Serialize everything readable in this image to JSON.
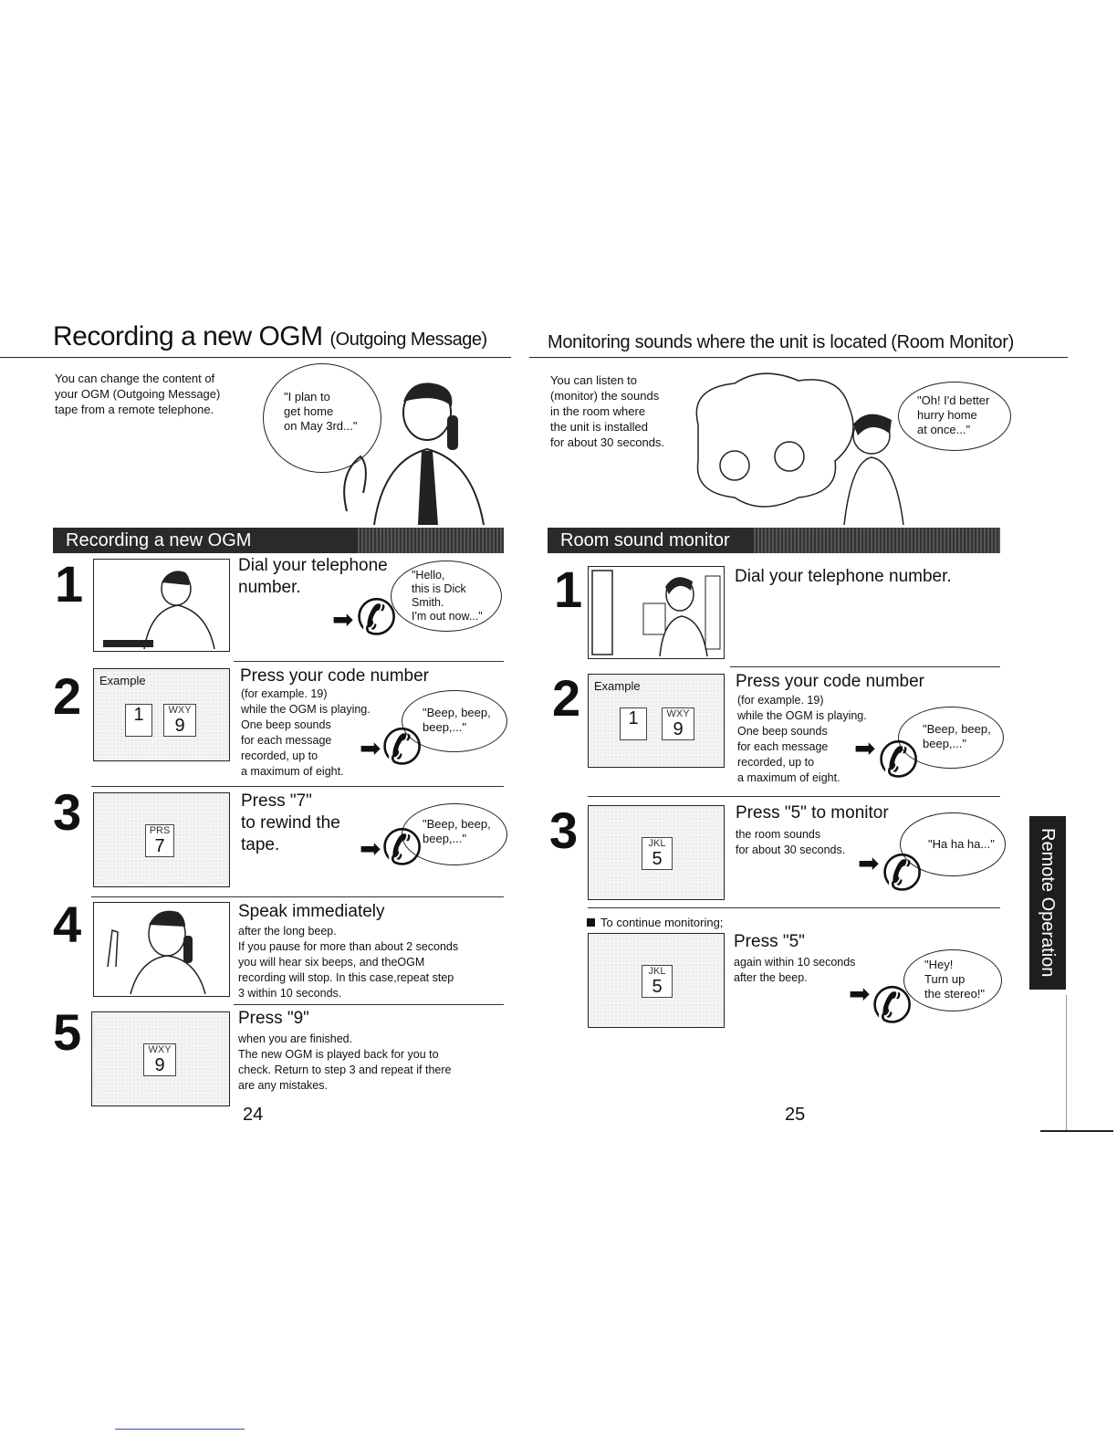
{
  "left": {
    "title_main": "Recording a new OGM",
    "title_sub": "(Outgoing Message)",
    "intro": [
      "You can change the content of",
      "your OGM (Outgoing Message)",
      "tape from a remote telephone."
    ],
    "intro_bubble": [
      "\"I plan to",
      "get home",
      "on May 3rd...\""
    ],
    "bar": "Recording a new OGM",
    "steps": [
      {
        "num": "1",
        "title": [
          "Dial your telephone",
          "number."
        ],
        "bubble": [
          "\"Hello,",
          "this is Dick",
          "Smith.",
          "I'm out now...\""
        ]
      },
      {
        "num": "2",
        "example": "Example",
        "keys": [
          {
            "label": "",
            "digit": "1"
          },
          {
            "label": "WXY",
            "digit": "9"
          }
        ],
        "title": "Press your code number",
        "lines": [
          "(for example. 19)",
          "while the OGM is playing.",
          "One beep sounds",
          "for each message",
          "recorded, up to",
          "a maximum of eight."
        ],
        "bubble": [
          "\"Beep, beep,",
          "beep,...\""
        ]
      },
      {
        "num": "3",
        "keys": [
          {
            "label": "PRS",
            "digit": "7"
          }
        ],
        "title": [
          "Press \"7\"",
          "to rewind the",
          "tape."
        ],
        "bubble": [
          "\"Beep, beep,",
          "beep,...\""
        ]
      },
      {
        "num": "4",
        "title": "Speak immediately",
        "lines": [
          "after the long beep.",
          "If you pause for more than about 2 seconds",
          "you will hear six beeps, and theOGM",
          "recording will stop. In this case,repeat step",
          "3 within 10 seconds."
        ]
      },
      {
        "num": "5",
        "keys": [
          {
            "label": "WXY",
            "digit": "9"
          }
        ],
        "title": "Press \"9\"",
        "lines": [
          "when you are finished.",
          "The new OGM is played back for you to",
          "check. Return to step 3 and repeat if there",
          "are any mistakes."
        ]
      }
    ],
    "page": "24"
  },
  "right": {
    "title_main": "Monitoring sounds where the unit is located",
    "title_sub": "(Room Monitor)",
    "intro": [
      "You can listen to",
      "(monitor) the sounds",
      "in the room where",
      "the unit is installed",
      "for about 30 seconds."
    ],
    "intro_bubble": [
      "\"Oh! I'd better",
      "hurry home",
      "at once...\""
    ],
    "bar": "Room sound monitor",
    "steps": [
      {
        "num": "1",
        "title": "Dial your telephone number."
      },
      {
        "num": "2",
        "example": "Example",
        "keys": [
          {
            "label": "",
            "digit": "1"
          },
          {
            "label": "WXY",
            "digit": "9"
          }
        ],
        "title": "Press your code number",
        "lines": [
          "(for example. 19)",
          "while the OGM is playing.",
          "One beep sounds",
          "for each message",
          "recorded, up to",
          "a maximum of eight."
        ],
        "bubble": [
          "\"Beep, beep,",
          "beep,...\""
        ]
      },
      {
        "num": "3",
        "keys": [
          {
            "label": "JKL",
            "digit": "5"
          }
        ],
        "title": "Press \"5\" to monitor",
        "lines": [
          "the room sounds",
          "for about 30 seconds."
        ],
        "bubble": [
          "\"Ha ha ha...\""
        ]
      }
    ],
    "continue_note": "To continue monitoring;",
    "continue": {
      "keys": [
        {
          "label": "JKL",
          "digit": "5"
        }
      ],
      "title": "Press \"5\"",
      "lines": [
        "again within 10 seconds",
        "after the beep."
      ],
      "bubble": [
        "\"Hey!",
        "Turn up",
        "the stereo!\""
      ]
    },
    "page": "25"
  },
  "side_tab": "Remote Operation"
}
